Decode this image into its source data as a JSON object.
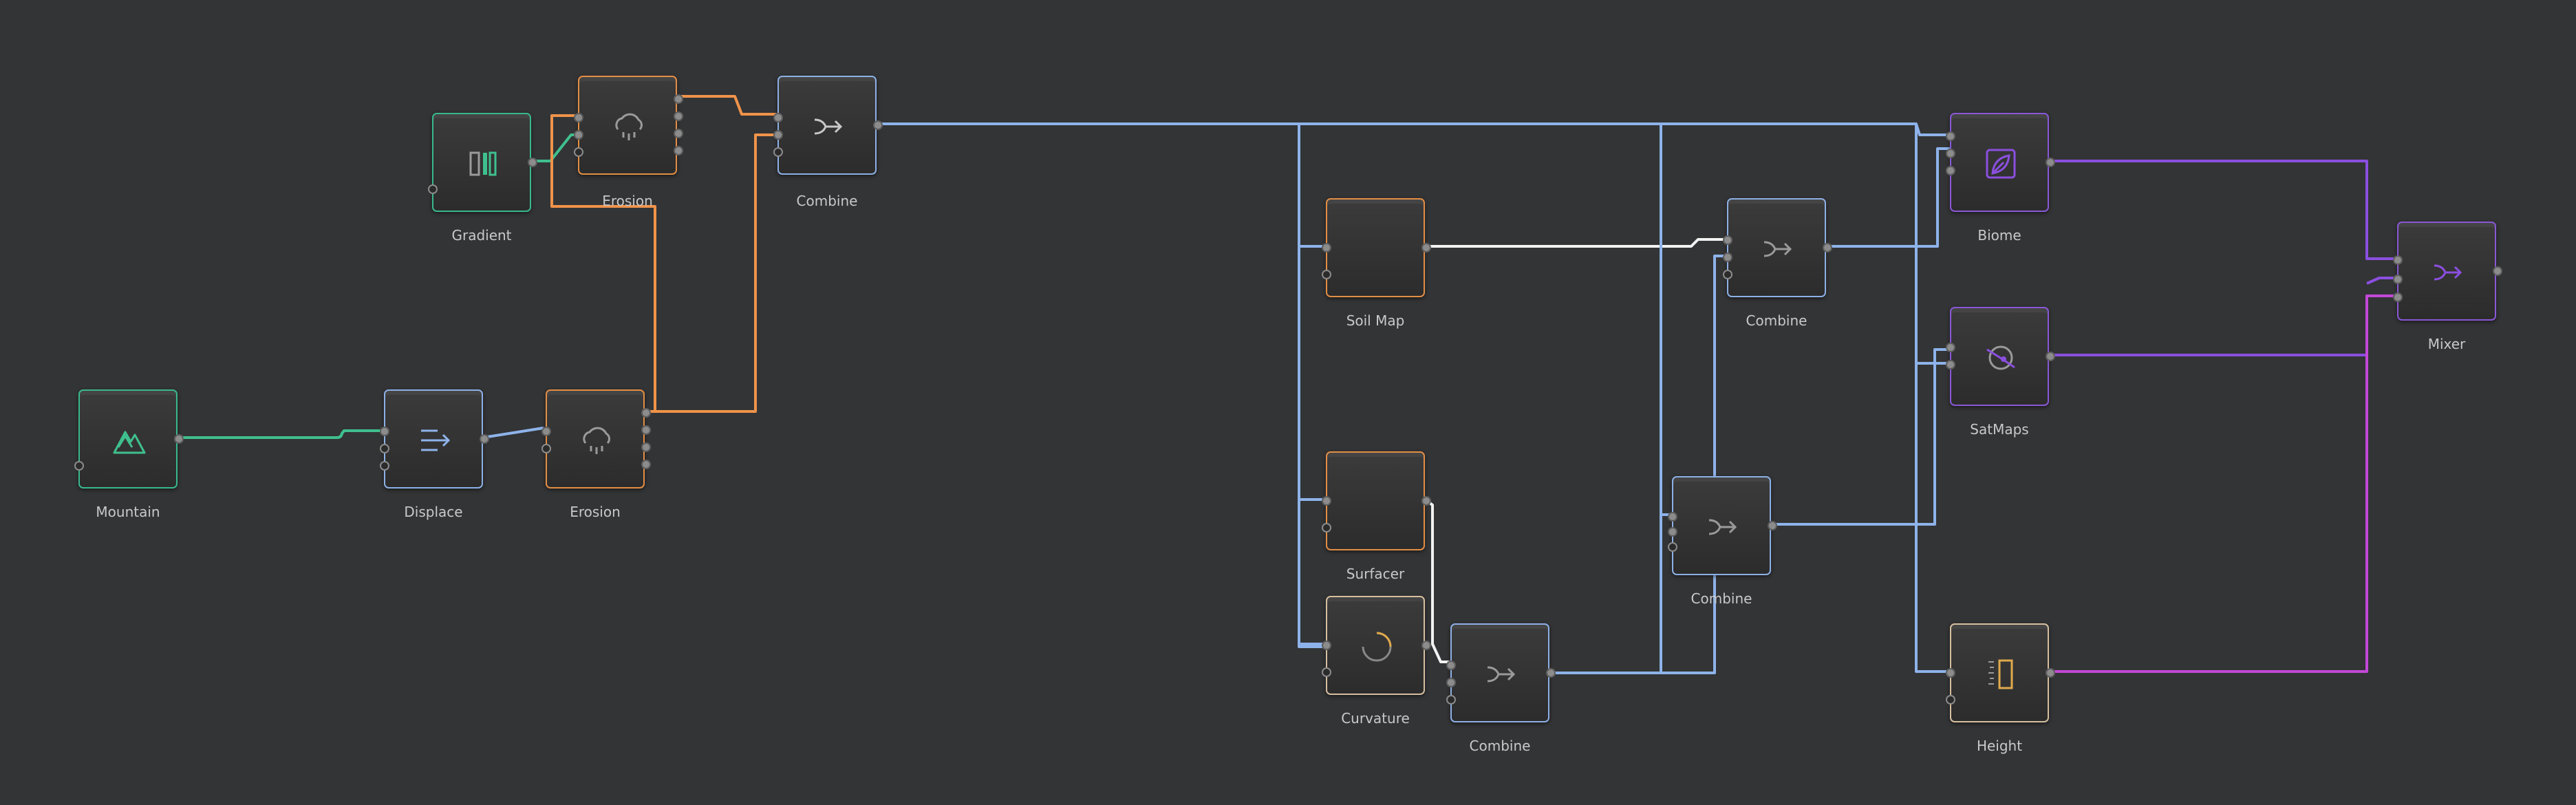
{
  "nodes": {
    "mountain": {
      "label": "Mountain",
      "icon": "mountain-icon",
      "color": "#39b98d"
    },
    "displace": {
      "label": "Displace",
      "icon": "displace-icon",
      "color": "#8db0e6"
    },
    "erosion_a": {
      "label": "Erosion",
      "icon": "erosion-icon",
      "color": "#e38e45"
    },
    "gradient": {
      "label": "Gradient",
      "icon": "gradient-icon",
      "color": "#39b98d"
    },
    "erosion_b": {
      "label": "Erosion",
      "icon": "erosion-icon",
      "color": "#e38e45"
    },
    "combine_a": {
      "label": "Combine",
      "icon": "combine-icon",
      "color": "#8db0e6"
    },
    "soil_map": {
      "label": "Soil Map",
      "icon": "",
      "color": "#e38e45"
    },
    "surfacer": {
      "label": "Surfacer",
      "icon": "",
      "color": "#e38e45"
    },
    "curvature": {
      "label": "Curvature",
      "icon": "curvature-icon",
      "color": "#d6bfa0"
    },
    "combine_b": {
      "label": "Combine",
      "icon": "combine-icon",
      "color": "#8db0e6"
    },
    "combine_c": {
      "label": "Combine",
      "icon": "combine-icon",
      "color": "#8db0e6"
    },
    "combine_d": {
      "label": "Combine",
      "icon": "combine-icon",
      "color": "#8db0e6"
    },
    "biome": {
      "label": "Biome",
      "icon": "leaf-icon",
      "color": "#8a58d6"
    },
    "satmaps": {
      "label": "SatMaps",
      "icon": "satmaps-icon",
      "color": "#8a58d6"
    },
    "height": {
      "label": "Height",
      "icon": "height-icon",
      "color": "#d6bfa0"
    },
    "mixer": {
      "label": "Mixer",
      "icon": "combine-icon",
      "color": "#8a58d6"
    }
  },
  "wire_colors": {
    "green": "#3fc08e",
    "orange": "#f0934a",
    "blue": "#8eb3ea",
    "white": "#f2f2f2",
    "purple": "#8b4fe0",
    "magenta": "#c348d8"
  }
}
